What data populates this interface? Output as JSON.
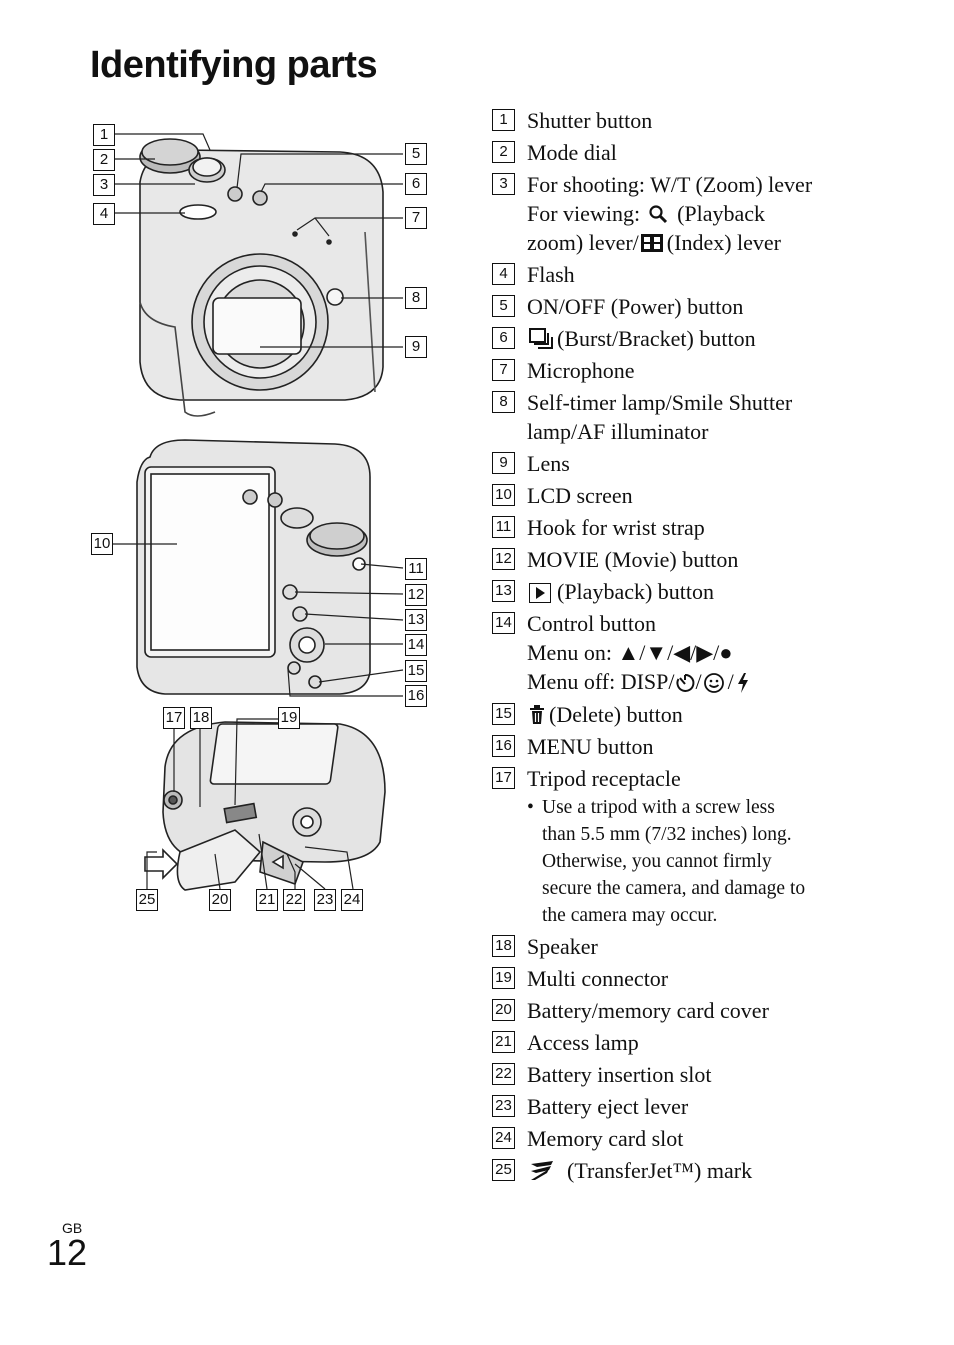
{
  "page": {
    "title": "Identifying parts",
    "region_tag": "GB",
    "page_number": "12"
  },
  "figure_labels": [
    "1",
    "2",
    "3",
    "4",
    "5",
    "6",
    "7",
    "8",
    "9",
    "10",
    "11",
    "12",
    "13",
    "14",
    "15",
    "16",
    "17",
    "18",
    "19",
    "20",
    "21",
    "22",
    "23",
    "24",
    "25"
  ],
  "parts": [
    {
      "num": "1",
      "lines": [
        "Shutter button"
      ]
    },
    {
      "num": "2",
      "lines": [
        "Mode dial"
      ]
    },
    {
      "num": "3",
      "lines": [
        "For shooting: W/T (Zoom) lever"
      ],
      "viewing": {
        "prefix": "For viewing:",
        "mid": "(Playback",
        "line3a": "zoom) lever/",
        "line3b": "(Index) lever"
      }
    },
    {
      "num": "4",
      "lines": [
        "Flash"
      ]
    },
    {
      "num": "5",
      "lines": [
        "ON/OFF (Power) button"
      ]
    },
    {
      "num": "6",
      "lines": [
        "(Burst/Bracket) button"
      ]
    },
    {
      "num": "7",
      "lines": [
        "Microphone"
      ]
    },
    {
      "num": "8",
      "lines": [
        "Self-timer lamp/Smile Shutter",
        "lamp/AF illuminator"
      ]
    },
    {
      "num": "9",
      "lines": [
        "Lens"
      ]
    },
    {
      "num": "10",
      "lines": [
        "LCD screen"
      ]
    },
    {
      "num": "11",
      "lines": [
        "Hook for wrist strap"
      ]
    },
    {
      "num": "12",
      "lines": [
        "MOVIE (Movie) button"
      ]
    },
    {
      "num": "13",
      "lines": [
        "(Playback) button"
      ]
    },
    {
      "num": "14",
      "lines": [
        "Control button"
      ],
      "menu_on": "Menu on: ▲/▼/◀/▶/●",
      "menu_off": "Menu off: DISP/",
      "menu_off_sep": "/"
    },
    {
      "num": "15",
      "lines": [
        "(Delete) button"
      ]
    },
    {
      "num": "16",
      "lines": [
        "MENU button"
      ]
    },
    {
      "num": "17",
      "lines": [
        "Tripod receptacle"
      ],
      "note": [
        "Use a tripod with a screw less",
        "than 5.5 mm (7/32 inches) long.",
        "Otherwise, you cannot firmly",
        "secure the camera, and damage to",
        "the camera may occur."
      ]
    },
    {
      "num": "18",
      "lines": [
        "Speaker"
      ]
    },
    {
      "num": "19",
      "lines": [
        "Multi connector"
      ]
    },
    {
      "num": "20",
      "lines": [
        "Battery/memory card cover"
      ]
    },
    {
      "num": "21",
      "lines": [
        "Access lamp"
      ]
    },
    {
      "num": "22",
      "lines": [
        "Battery insertion slot"
      ]
    },
    {
      "num": "23",
      "lines": [
        "Battery eject lever"
      ]
    },
    {
      "num": "24",
      "lines": [
        "Memory card slot"
      ]
    },
    {
      "num": "25",
      "lines": [
        "(TransferJet™) mark"
      ]
    }
  ],
  "icons": {
    "zoom": "magnifier-icon",
    "index": "index-grid-icon",
    "burst": "burst-icon",
    "playback": "playback-icon",
    "delete": "trash-icon",
    "self_timer": "self-timer-icon",
    "smile": "smile-icon",
    "flash": "flash-icon",
    "transferjet": "transferjet-icon"
  }
}
